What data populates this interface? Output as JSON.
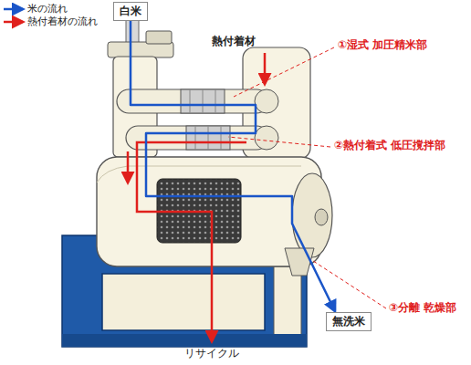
{
  "diagram": {
    "nodes": [
      {
        "text": [
          "白米"
        ]
      },
      {
        "text": [
          "無洗米"
        ]
      }
    ],
    "edges": [
      {
        "from": 0,
        "to": 1,
        "arrow": "to"
      }
    ],
    "labels": [
      "熱付着材",
      "①湿式 加圧精米部",
      "②熱付着式 低圧撹拌部",
      "③分離 乾燥部",
      "リサイクル"
    ],
    "legend": [
      {
        "text": "米の流れ"
      },
      {
        "text": "熱付着材の流れ"
      }
    ]
  }
}
